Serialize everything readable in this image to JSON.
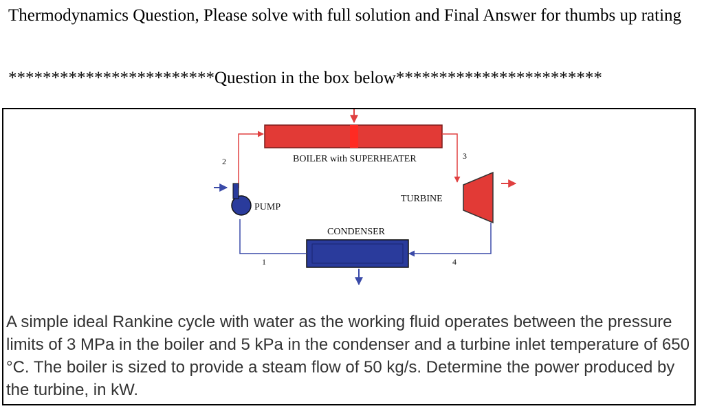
{
  "header": {
    "title": "Thermodynamics Question, Please solve with full solution and Final Answer for thumbs up rating",
    "stars_line": "************************Question in the box below************************"
  },
  "diagram": {
    "labels": {
      "boiler": "BOILER with SUPERHEATER",
      "turbine": "TURBINE",
      "pump": "PUMP",
      "condenser": "CONDENSER",
      "state1": "1",
      "state2": "2",
      "state3": "3",
      "state4": "4"
    },
    "colors": {
      "hot": "#e23a36",
      "cold": "#2a3b9c",
      "pipe_hot": "#e04040",
      "pipe_cold": "#3a4aa8"
    }
  },
  "question": {
    "text": "A simple ideal Rankine cycle with water as the working fluid operates between the pressure limits of 3 MPa in the boiler and 5 kPa in the condenser and a turbine inlet temperature of 650 °C. The boiler is sized to provide a steam flow of 50 kg/s. Determine the power produced by the turbine, in kW."
  }
}
